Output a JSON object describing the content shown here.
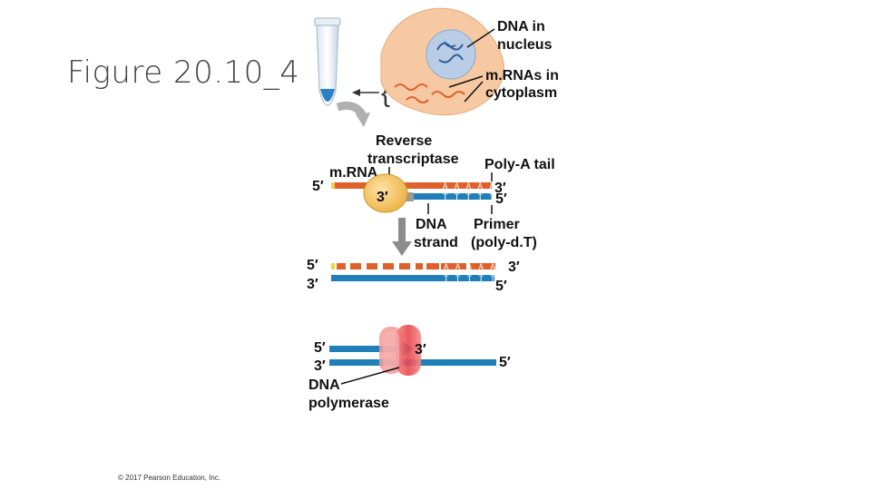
{
  "slide": {
    "title": "Figure 20.10_4",
    "copyright": "© 2017 Pearson Education, Inc."
  },
  "diagram": {
    "labels": {
      "dna_in_nucleus": [
        "DNA in",
        "nucleus"
      ],
      "mrnas_in_cytoplasm": [
        "m.RNAs in",
        "cytoplasm"
      ],
      "reverse_transcriptase": [
        "Reverse",
        "transcriptase"
      ],
      "poly_a_tail": "Poly-A tail",
      "mrna": "m.RNA",
      "dna_strand": [
        "DNA",
        "strand"
      ],
      "primer": [
        "Primer",
        "(poly-d.T)"
      ],
      "dna_polymerase": [
        "DNA",
        "polymerase"
      ]
    },
    "ends": {
      "five": "5′",
      "three": "3′"
    },
    "sequences": {
      "poly_a": "A A A A A A",
      "poly_a_gapped": "A A A  A A A",
      "poly_t": "T T T T T"
    },
    "colors": {
      "mrna": "#e0602b",
      "dna": "#1f7fb8",
      "enzyme": "#f2b33d",
      "polymerase": "#e8464f",
      "cell": "#f6c9a3",
      "nucleus": "#b9cde6",
      "arrow": "#8c8c8c"
    }
  }
}
